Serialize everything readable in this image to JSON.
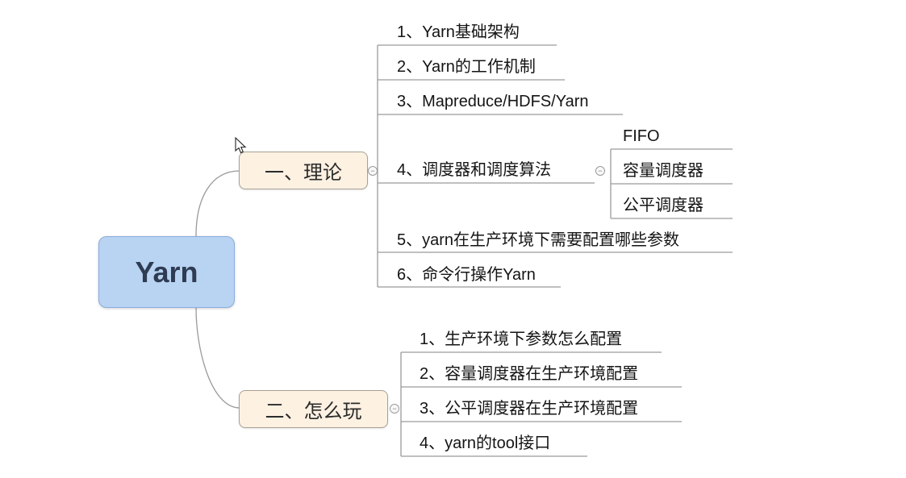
{
  "icons": {
    "collapse_glyph": "−",
    "cursor": "arrow-pointer"
  },
  "colors": {
    "root_fill": "#b9d3f2",
    "root_border": "#8aacdc",
    "root_text": "#2e3b52",
    "branch_fill": "#fdf1e2",
    "branch_border": "#a9a094",
    "connector_line": "#9a9a9a",
    "topic_text": "#141414"
  },
  "mindmap": {
    "root": {
      "label": "Yarn"
    },
    "branches": [
      {
        "label": "一、理论",
        "children": [
          {
            "label": "1、Yarn基础架构"
          },
          {
            "label": "2、Yarn的工作机制"
          },
          {
            "label": "3、Mapreduce/HDFS/Yarn"
          },
          {
            "label": "4、调度器和调度算法",
            "children": [
              {
                "label": "FIFO"
              },
              {
                "label": "容量调度器"
              },
              {
                "label": "公平调度器"
              }
            ]
          },
          {
            "label": "5、yarn在生产环境下需要配置哪些参数"
          },
          {
            "label": "6、命令行操作Yarn"
          }
        ]
      },
      {
        "label": "二、怎么玩",
        "children": [
          {
            "label": "1、生产环境下参数怎么配置"
          },
          {
            "label": "2、容量调度器在生产环境配置"
          },
          {
            "label": "3、公平调度器在生产环境配置"
          },
          {
            "label": "4、yarn的tool接口"
          }
        ]
      }
    ]
  }
}
